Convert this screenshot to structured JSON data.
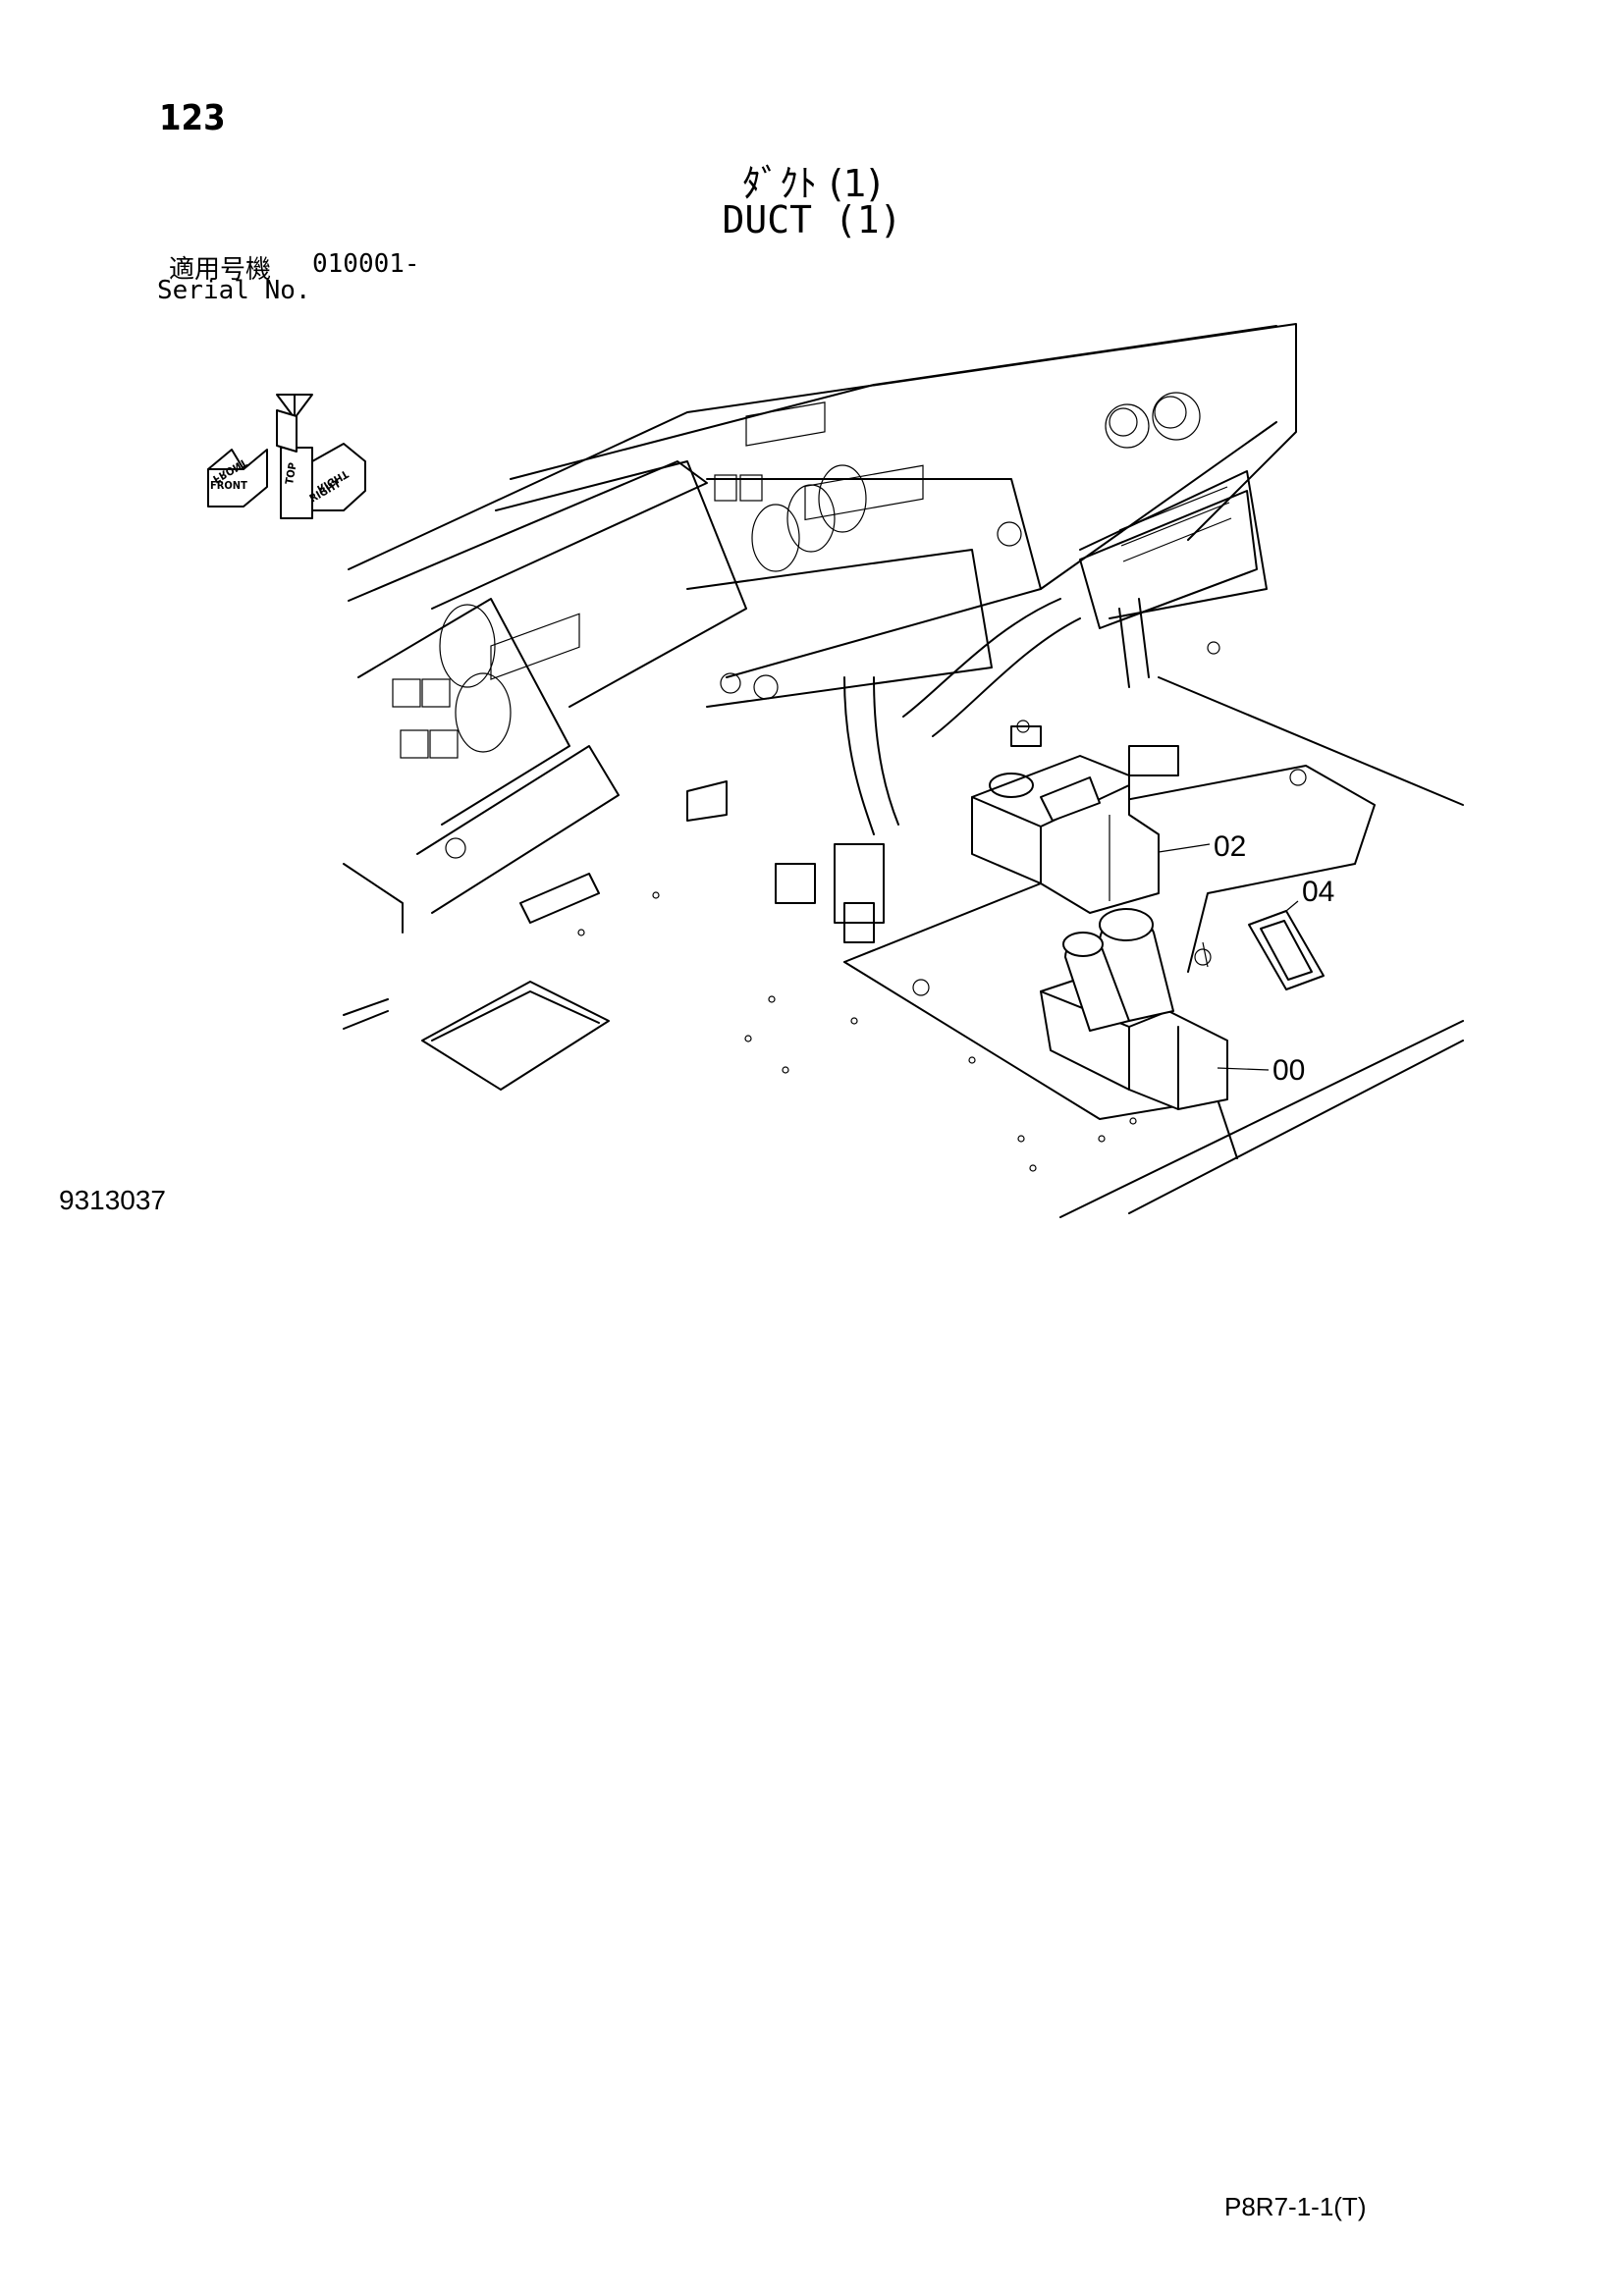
{
  "header": {
    "page_number": "123",
    "title_jp": "ﾀﾞｸﾄ (1)",
    "title_en": "DUCT (1)",
    "serial_label_jp": "適用号機",
    "serial_value": "010001-",
    "serial_label_en": "Serial No."
  },
  "figure": {
    "callouts": [
      "02",
      "04",
      "00"
    ],
    "orientation": {
      "labels": [
        "FRONT",
        "TOP",
        "RIGHT"
      ],
      "mirror_labels": [
        "FRONT",
        "RIGHT"
      ]
    },
    "figure_number": "9313037"
  },
  "footer": {
    "sheet_code": "P8R7-1-1(T)"
  }
}
